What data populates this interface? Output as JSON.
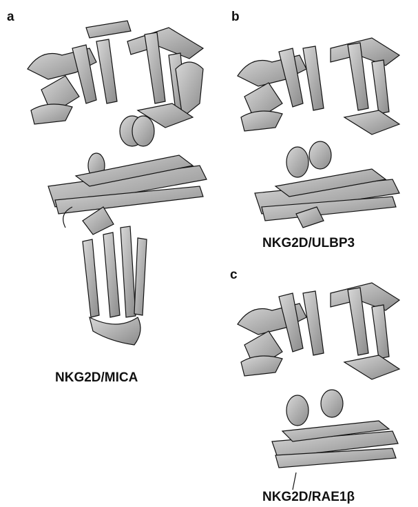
{
  "panels": [
    {
      "letter": "a",
      "caption": "NKG2D/MICA"
    },
    {
      "letter": "b",
      "caption": "NKG2D/ULBP3"
    },
    {
      "letter": "c",
      "caption": "NKG2D/RAE1β"
    }
  ]
}
